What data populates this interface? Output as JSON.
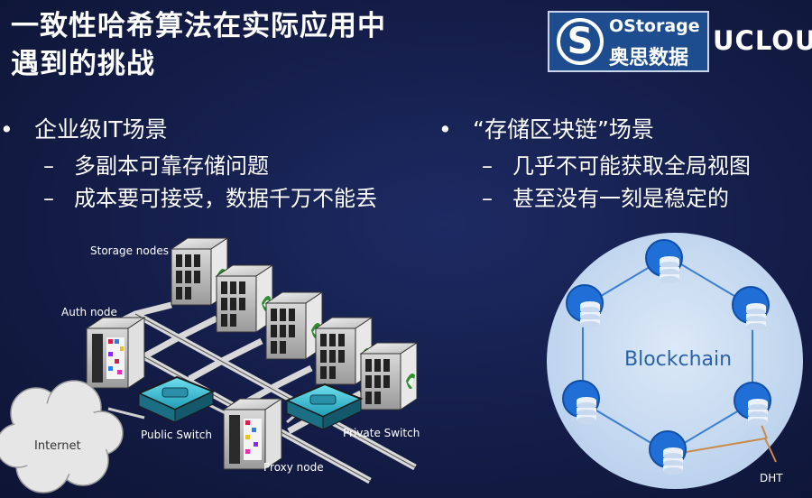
{
  "title_line1": "一致性哈希算法在实际应用中",
  "title_line2": "遇到的挑战",
  "logo": {
    "brand_en": "OStorage",
    "brand_cn": "奥思数据",
    "mark": "S"
  },
  "partner": "UCLOU",
  "left": {
    "heading": "企业级IT场景",
    "items": [
      "多副本可靠存储问题",
      "成本要可接受，数据千万不能丢"
    ]
  },
  "right": {
    "heading": "“存储区块链”场景",
    "items": [
      "几乎不可能获取全局视图",
      "甚至没有一刻是稳定的"
    ]
  },
  "diagram": {
    "storage_nodes": "Storage nodes",
    "auth_node": "Auth node",
    "internet": "Internet",
    "public_switch": "Public Switch",
    "private_switch": "Private Switch",
    "proxy_node": "Proxy node"
  },
  "ring": {
    "center": "Blockchain",
    "dht": "DHT"
  },
  "colors": {
    "background": "#141d48",
    "logo_bg": "#1e4d8f",
    "ring_fill": "#c9dcf2",
    "node_blue": "#1f6fd6"
  }
}
